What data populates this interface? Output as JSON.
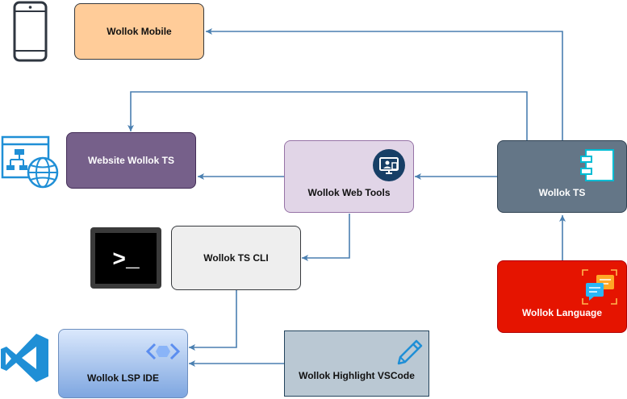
{
  "nodes": {
    "wollok_mobile": {
      "label": "Wollok Mobile",
      "fill": "#ffcc99",
      "stroke": "#36393d"
    },
    "website_wollok_ts": {
      "label": "Website Wollok TS",
      "fill": "#76608a",
      "stroke": "#432d57",
      "text_color": "#ffffff"
    },
    "wollok_web_tools": {
      "label": "Wollok Web Tools",
      "fill": "#e1d5e7",
      "stroke": "#9673a6"
    },
    "wollok_ts": {
      "label": "Wollok TS",
      "fill": "#647687",
      "stroke": "#314354",
      "text_color": "#ffffff"
    },
    "wollok_ts_cli": {
      "label": "Wollok TS CLI",
      "fill": "#eeeeee",
      "stroke": "#36393d"
    },
    "wollok_language": {
      "label": "Wollok Language",
      "fill": "#e51400",
      "stroke": "#b20000",
      "text_color": "#ffffff"
    },
    "wollok_lsp_ide": {
      "label": "Wollok LSP IDE",
      "fill_top": "#dae8fc",
      "fill_bottom": "#7ea6e0",
      "stroke": "#6c8ebf"
    },
    "wollok_highlight_vscode": {
      "label": "Wollok Highlight VSCode",
      "fill": "#bac8d3",
      "stroke": "#23445d"
    }
  },
  "icons": {
    "mobile": "mobile-phone-icon",
    "website": "sitemap-globe-icon",
    "web_tools": "remote-desktop-icon",
    "ts": "component-icon",
    "terminal": "terminal-icon",
    "terminal_prompt": ">_",
    "language": "chat-bubbles-icon",
    "lsp": "code-brackets-icon",
    "vscode": "vscode-logo-icon",
    "highlight": "pencil-icon"
  },
  "colors": {
    "edge": "#4a7fb0",
    "icon_blue": "#1f8fd6",
    "dark_icon": "#2f3640"
  }
}
